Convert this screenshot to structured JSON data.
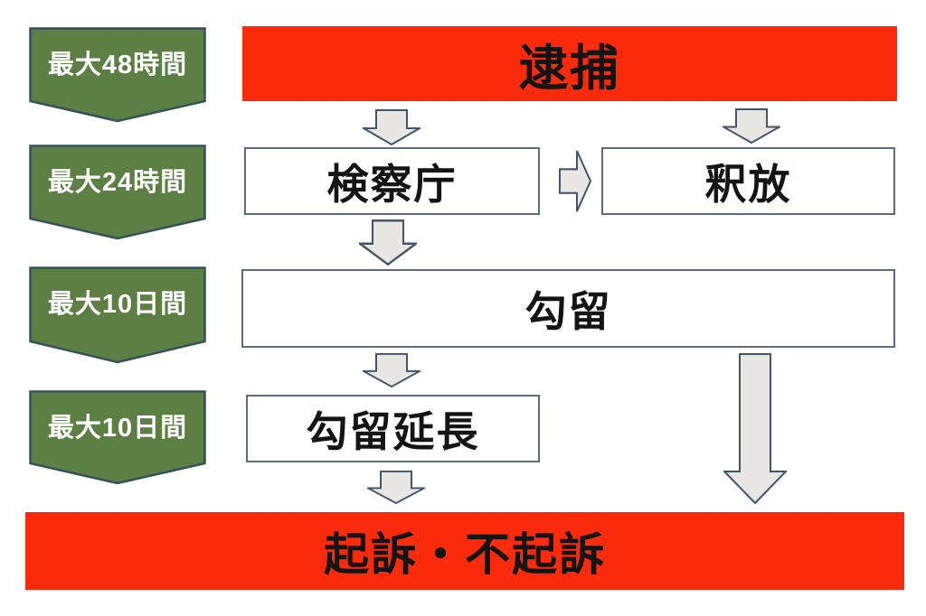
{
  "diagram": {
    "description": "criminal-procedure-flowchart",
    "colors": {
      "banner_red": "#fa2a0c",
      "chevron_green": "#5c8044",
      "chevron_border": "#35515b",
      "box_border": "#5a6c8a",
      "arrow_fill": "#e9e7e4",
      "arrow_border": "#44546a",
      "node_text": "#141414",
      "chevron_text": "#ffffff"
    },
    "duration_labels": [
      {
        "label": "最大48時間"
      },
      {
        "label": "最大24時間"
      },
      {
        "label": "最大10日間"
      },
      {
        "label": "最大10日間"
      }
    ],
    "nodes": {
      "arrest": "逮捕",
      "prosecutor": "検察庁",
      "release": "釈放",
      "detention": "勾留",
      "detention_extension": "勾留延長",
      "indictment": "起訴・不起訴"
    }
  }
}
